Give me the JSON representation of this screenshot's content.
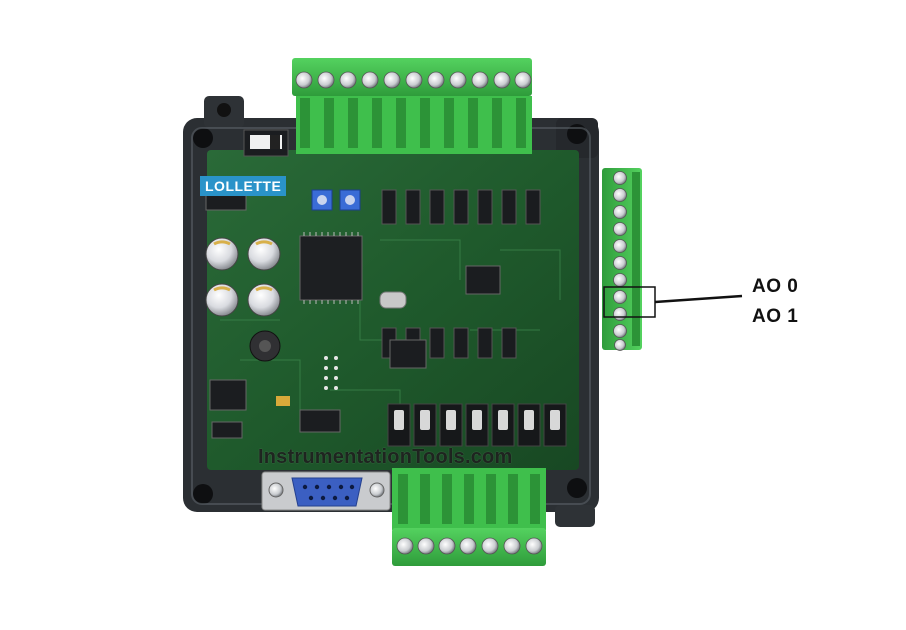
{
  "image": {
    "subject": "plc-board-photo",
    "brand_label": "LOLLETTE",
    "watermark": "InstrumentationTools.com",
    "callouts": [
      {
        "text": "AO 0"
      },
      {
        "text": "AO 1"
      }
    ]
  },
  "colors": {
    "terminal_green": "#3cc04a",
    "terminal_dark_green": "#2a8f35",
    "pcb_green": "#1f5a2c",
    "enclosure": "#2b2f33",
    "brand_blue": "#2a93c9",
    "db9_blue": "#3b5fc2"
  }
}
